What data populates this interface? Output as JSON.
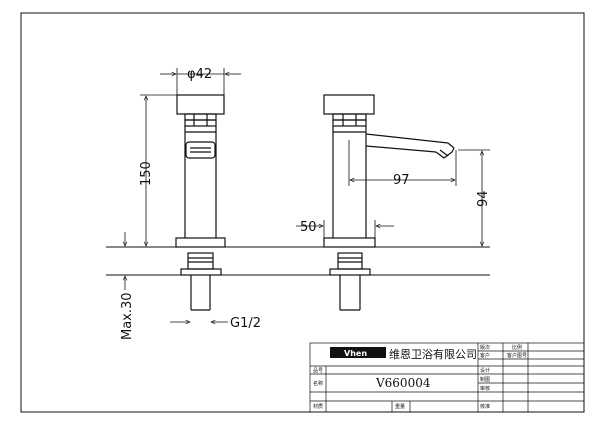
{
  "dimensions": {
    "top_width": "φ42",
    "height": "150",
    "spout_reach": "97",
    "spout_height": "94",
    "base_offset": "50",
    "max_deck": "Max.30",
    "thread": "G1/2"
  },
  "title_block": {
    "logo": "Vhen",
    "company": "维恩卫浴有限公司",
    "model": "V660004",
    "labels": {
      "version": "版次",
      "scale": "比例",
      "customer": "客户",
      "customer_no": "客户图号",
      "item_no": "品号",
      "design": "设计",
      "name": "名称",
      "drafting": "制图",
      "review": "审核",
      "material": "材质",
      "weight": "重量",
      "approve": "核准"
    }
  }
}
